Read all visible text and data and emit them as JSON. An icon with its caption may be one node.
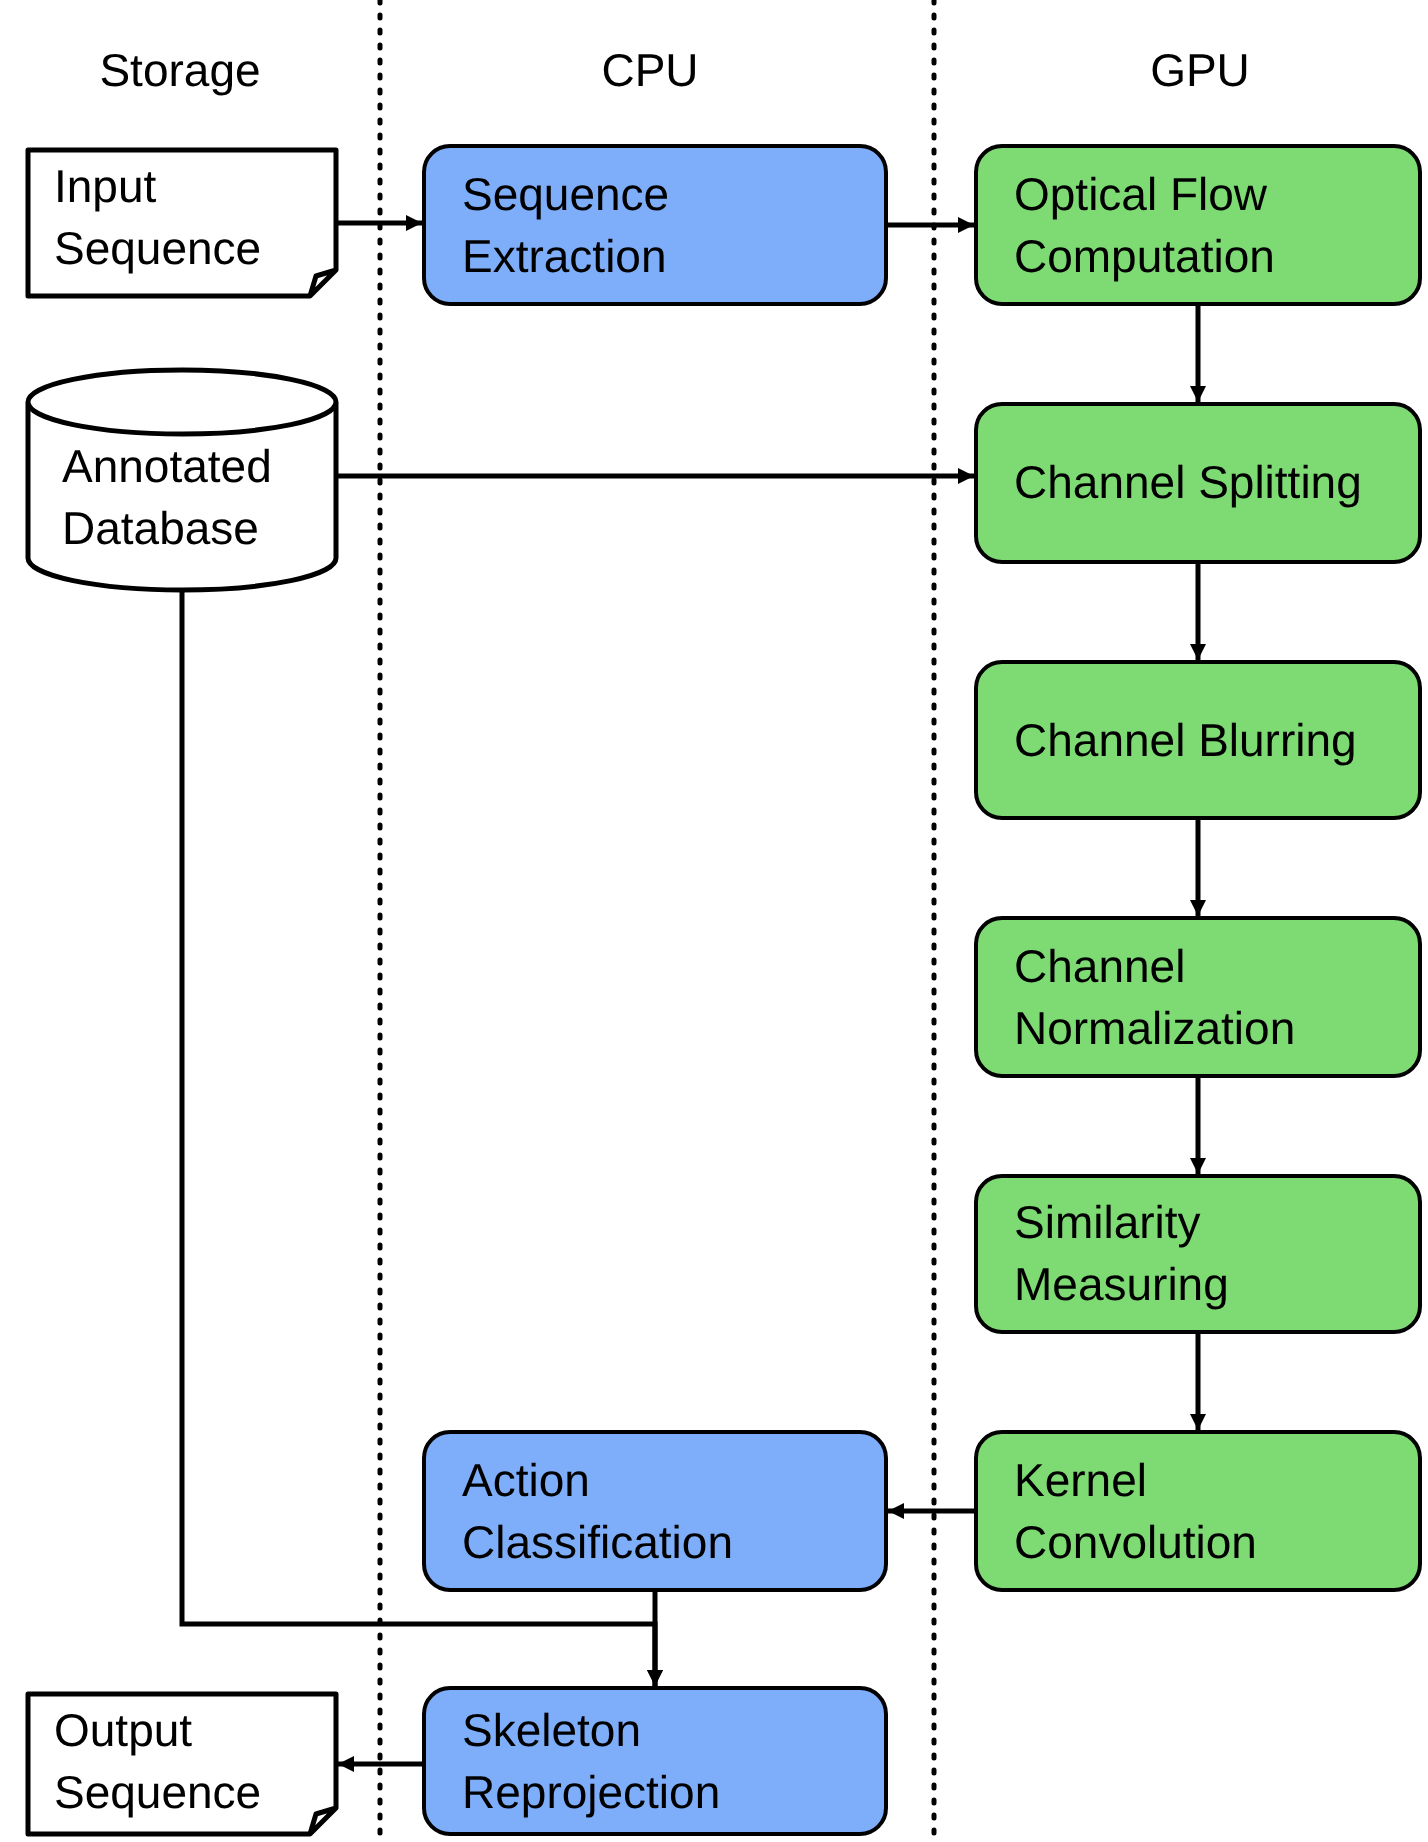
{
  "diagram": {
    "nodes": [
      {
        "text": [
          "Input Sequence"
        ]
      },
      {
        "text": [
          "Sequence Extraction"
        ]
      },
      {
        "text": [
          "Optical Flow Computation"
        ]
      },
      {
        "text": [
          "Annotated Database"
        ]
      },
      {
        "text": [
          "Channel Splitting"
        ]
      },
      {
        "text": [
          "Channel Blurring"
        ]
      },
      {
        "text": [
          "Channel Normalization"
        ]
      },
      {
        "text": [
          "Similarity Measuring"
        ]
      },
      {
        "text": [
          "Action Classification"
        ]
      },
      {
        "text": [
          "Kernel Convolution"
        ]
      },
      {
        "text": [
          "Output Sequence"
        ]
      },
      {
        "text": [
          "Skeleton Reprojection"
        ]
      }
    ],
    "edges": [
      {
        "from": 0,
        "to": 1,
        "arrow": "to"
      },
      {
        "from": 1,
        "to": 2,
        "arrow": "to"
      },
      {
        "from": 2,
        "to": 4,
        "arrow": "to"
      },
      {
        "from": 3,
        "to": 4,
        "arrow": "to"
      },
      {
        "from": 4,
        "to": 5,
        "arrow": "to"
      },
      {
        "from": 5,
        "to": 6,
        "arrow": "to"
      },
      {
        "from": 6,
        "to": 7,
        "arrow": "to"
      },
      {
        "from": 7,
        "to": 9,
        "arrow": "to"
      },
      {
        "from": 9,
        "to": 8,
        "arrow": "to"
      },
      {
        "from": 8,
        "to": 11,
        "arrow": "to"
      },
      {
        "from": 3,
        "to": 11,
        "arrow": "to"
      },
      {
        "from": 11,
        "to": 10,
        "arrow": "to"
      }
    ],
    "labels": [
      "Storage",
      "CPU",
      "GPU"
    ]
  }
}
